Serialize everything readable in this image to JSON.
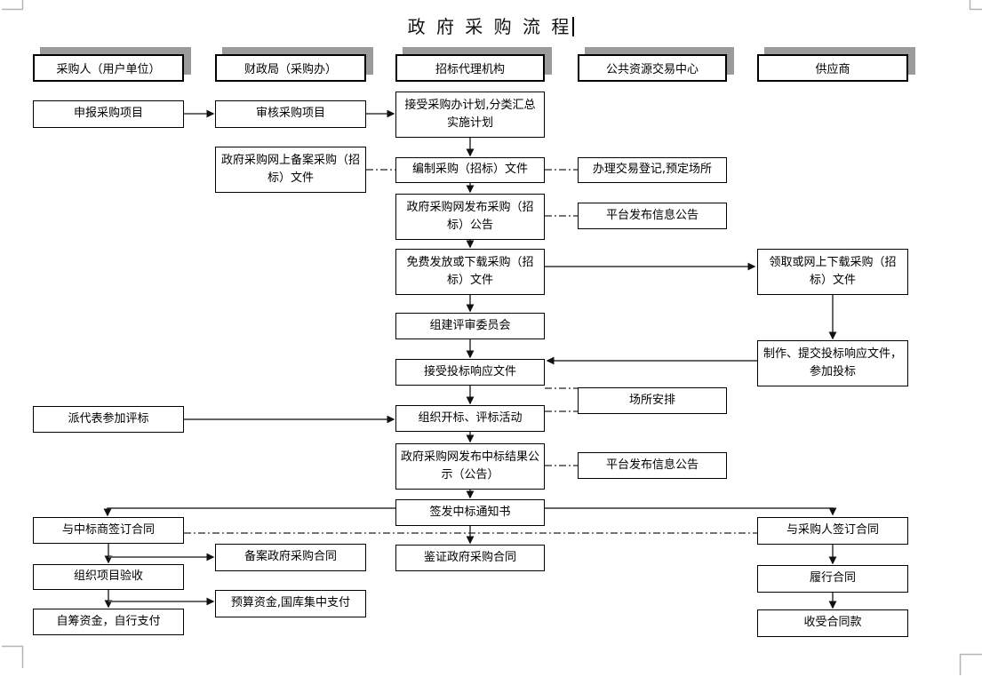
{
  "title": "政 府 采 购 流 程",
  "headers": {
    "purchaser": "采购人（用户单位）",
    "finance_bureau": "财政局（采购办）",
    "agency": "招标代理机构",
    "trade_center": "公共资源交易中心",
    "supplier": "供应商"
  },
  "boxes": {
    "declare_project": "申报采购项目",
    "review_project": "审核采购项目",
    "receive_plan": "接受采购办计划,分类汇总实施计划",
    "online_filing": "政府采购网上备案采购（招标）文件",
    "prepare_documents": "编制采购（招标）文件",
    "register_transaction": "办理交易登记,预定场所",
    "publish_announcement": "政府采购网发布采购（招标）公告",
    "platform_announcement_1": "平台发布信息公告",
    "distribute_documents": "免费发放或下载采购（招标）文件",
    "obtain_documents": "领取或网上下载采购（招标）文件",
    "form_committee": "组建评审委员会",
    "receive_bid_documents": "接受投标响应文件",
    "prepare_bid": "制作、提交投标响应文件，参加投标",
    "venue_arrangement": "场所安排",
    "send_representative": "派代表参加评标",
    "organize_bid_opening": "组织开标、评标活动",
    "publish_result": "政府采购网发布中标结果公示（公告）",
    "platform_announcement_2": "平台发布信息公告",
    "issue_award_notice": "签发中标通知书",
    "sign_contract_winner": "与中标商签订合同",
    "certify_contract": "鉴证政府采购合同",
    "sign_contract_purchaser": "与采购人签订合同",
    "file_contract": "备案政府采购合同",
    "organize_acceptance": "组织项目验收",
    "budget_payment": "预算资金,国库集中支付",
    "self_funded_payment": "自筹资金，自行支付",
    "perform_contract": "履行合同",
    "receive_payment": "收受合同款"
  },
  "colors": {
    "box_border": "#000000",
    "header_shadow": "#9b9b9b",
    "connector": "#555555",
    "long_line": "#333333",
    "corner_mark": "#b3b3b3"
  }
}
